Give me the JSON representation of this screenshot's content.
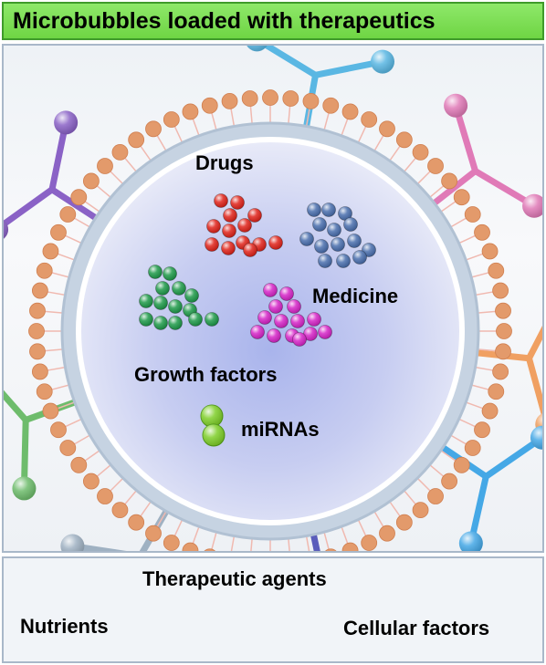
{
  "title": "Microbubbles loaded with therapeutics",
  "labels": {
    "drugs": "Drugs",
    "medicine": "Medicine",
    "growth_factors": "Growth factors",
    "mirnas": "miRNAs"
  },
  "bottom": {
    "heading": "Therapeutic agents",
    "left": "Nutrients",
    "right": "Cellular factors"
  },
  "colors": {
    "drugs": "#e0241b",
    "medicine": "#4a6fae",
    "growth_factors": "#1f9a4a",
    "purple_particles": "#d626c8",
    "mirnas": "#7fcf2a",
    "lipid_head": "#e39a6b",
    "title_bg": "#7ddc55"
  },
  "ligands": [
    {
      "name": "sky-blue-ligand-icon",
      "color": "#5ab7e3"
    },
    {
      "name": "pink-ligand-icon",
      "color": "#e07ab7"
    },
    {
      "name": "orange-ligand-icon",
      "color": "#f0a062"
    },
    {
      "name": "light-blue-ligand-icon",
      "color": "#45a8e6"
    },
    {
      "name": "indigo-ligand-icon",
      "color": "#5a5dbb"
    },
    {
      "name": "grey-ligand-icon",
      "color": "#9fb1c2"
    },
    {
      "name": "green-ligand-icon",
      "color": "#6ebc6c"
    },
    {
      "name": "purple-ligand-icon",
      "color": "#8a62c6"
    }
  ]
}
